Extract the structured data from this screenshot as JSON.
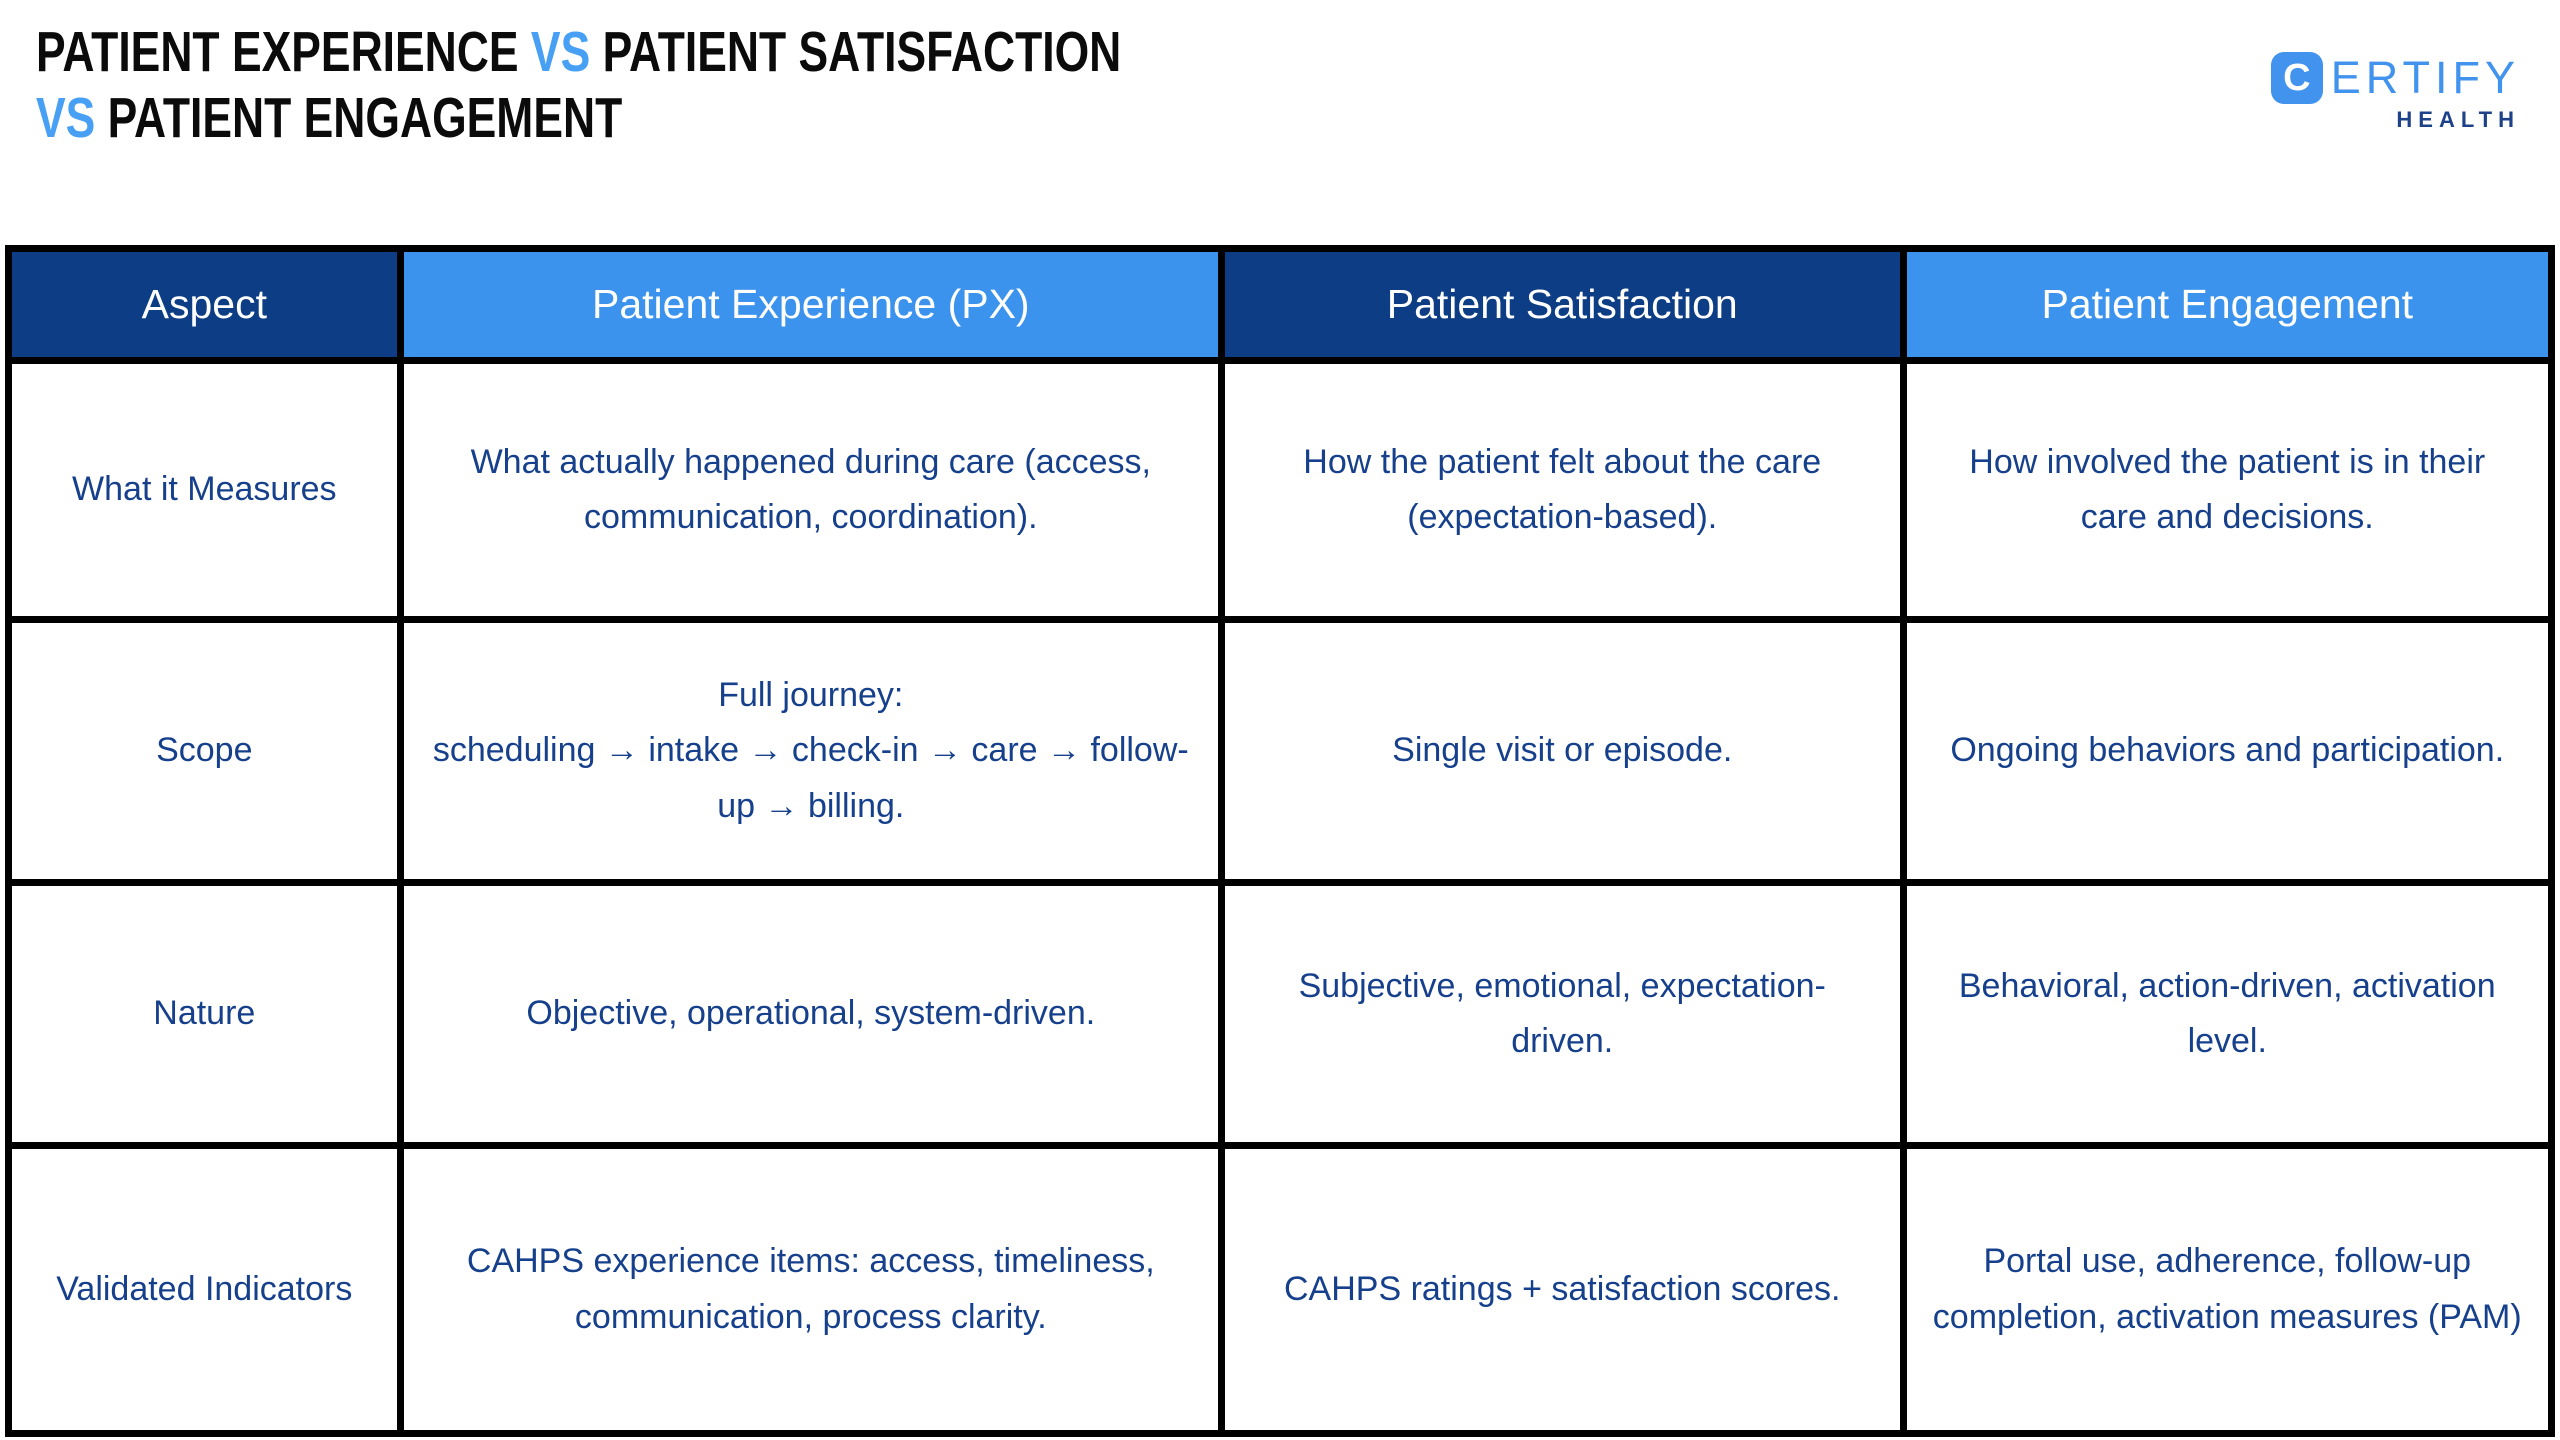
{
  "title": {
    "line1_part1": "PATIENT EXPERIENCE",
    "line1_vs": "VS",
    "line1_part2": "PATIENT SATISFACTION",
    "line2_vs": "VS",
    "line2_part2": "PATIENT ENGAGEMENT"
  },
  "logo": {
    "badge_letter": "C",
    "wordmark": "ERTIFY",
    "subtext": "HEALTH"
  },
  "colors": {
    "header_navy": "#0d3d84",
    "header_light_blue": "#3b93ee",
    "body_text_blue": "#16408c",
    "title_accent_blue": "#47a0f4",
    "border_black": "#000000",
    "logo_blue": "#4193ee",
    "logo_navy": "#1d4289"
  },
  "table": {
    "headers": {
      "aspect": "Aspect",
      "px": "Patient Experience (PX)",
      "satisfaction": "Patient Satisfaction",
      "engagement": "Patient Engagement"
    },
    "rows": [
      {
        "aspect": "What it Measures",
        "px": "What actually happened during care (access, communication, coordination).",
        "satisfaction": "How the patient felt about the care (expectation-based).",
        "engagement": "How involved the patient is in their care and decisions."
      },
      {
        "aspect": "Scope",
        "px": "Full journey:\nscheduling → intake → check-in → care → follow-up → billing.",
        "satisfaction": "Single visit or episode.",
        "engagement": "Ongoing behaviors and participation."
      },
      {
        "aspect": "Nature",
        "px": "Objective, operational, system-driven.",
        "satisfaction": "Subjective, emotional, expectation-driven.",
        "engagement": "Behavioral, action-driven, activation level."
      },
      {
        "aspect": "Validated Indicators",
        "px": "CAHPS experience items: access, timeliness, communication, process clarity.",
        "satisfaction": "CAHPS ratings + satisfaction scores.",
        "engagement": "Portal use, adherence, follow-up completion, activation measures (PAM)"
      }
    ]
  },
  "chart_data": {
    "type": "table",
    "title": "PATIENT EXPERIENCE VS PATIENT SATISFACTION VS PATIENT ENGAGEMENT",
    "columns": [
      "Aspect",
      "Patient Experience (PX)",
      "Patient Satisfaction",
      "Patient Engagement"
    ],
    "rows": [
      [
        "What it Measures",
        "What actually happened during care (access, communication, coordination).",
        "How the patient felt about the care (expectation-based).",
        "How involved the patient is in their care and decisions."
      ],
      [
        "Scope",
        "Full journey: scheduling → intake → check-in → care → follow-up → billing.",
        "Single visit or episode.",
        "Ongoing behaviors and participation."
      ],
      [
        "Nature",
        "Objective, operational, system-driven.",
        "Subjective, emotional, expectation-driven.",
        "Behavioral, action-driven, activation level."
      ],
      [
        "Validated Indicators",
        "CAHPS experience items: access, timeliness, communication, process clarity.",
        "CAHPS ratings + satisfaction scores.",
        "Portal use, adherence, follow-up completion, activation measures (PAM)"
      ]
    ],
    "layout": {
      "header_fill_pattern": [
        "navy",
        "light-blue",
        "navy",
        "light-blue"
      ],
      "column_width_pct": [
        15.4,
        32.3,
        26.8,
        25.5
      ],
      "grid": "black heavy borders"
    }
  }
}
